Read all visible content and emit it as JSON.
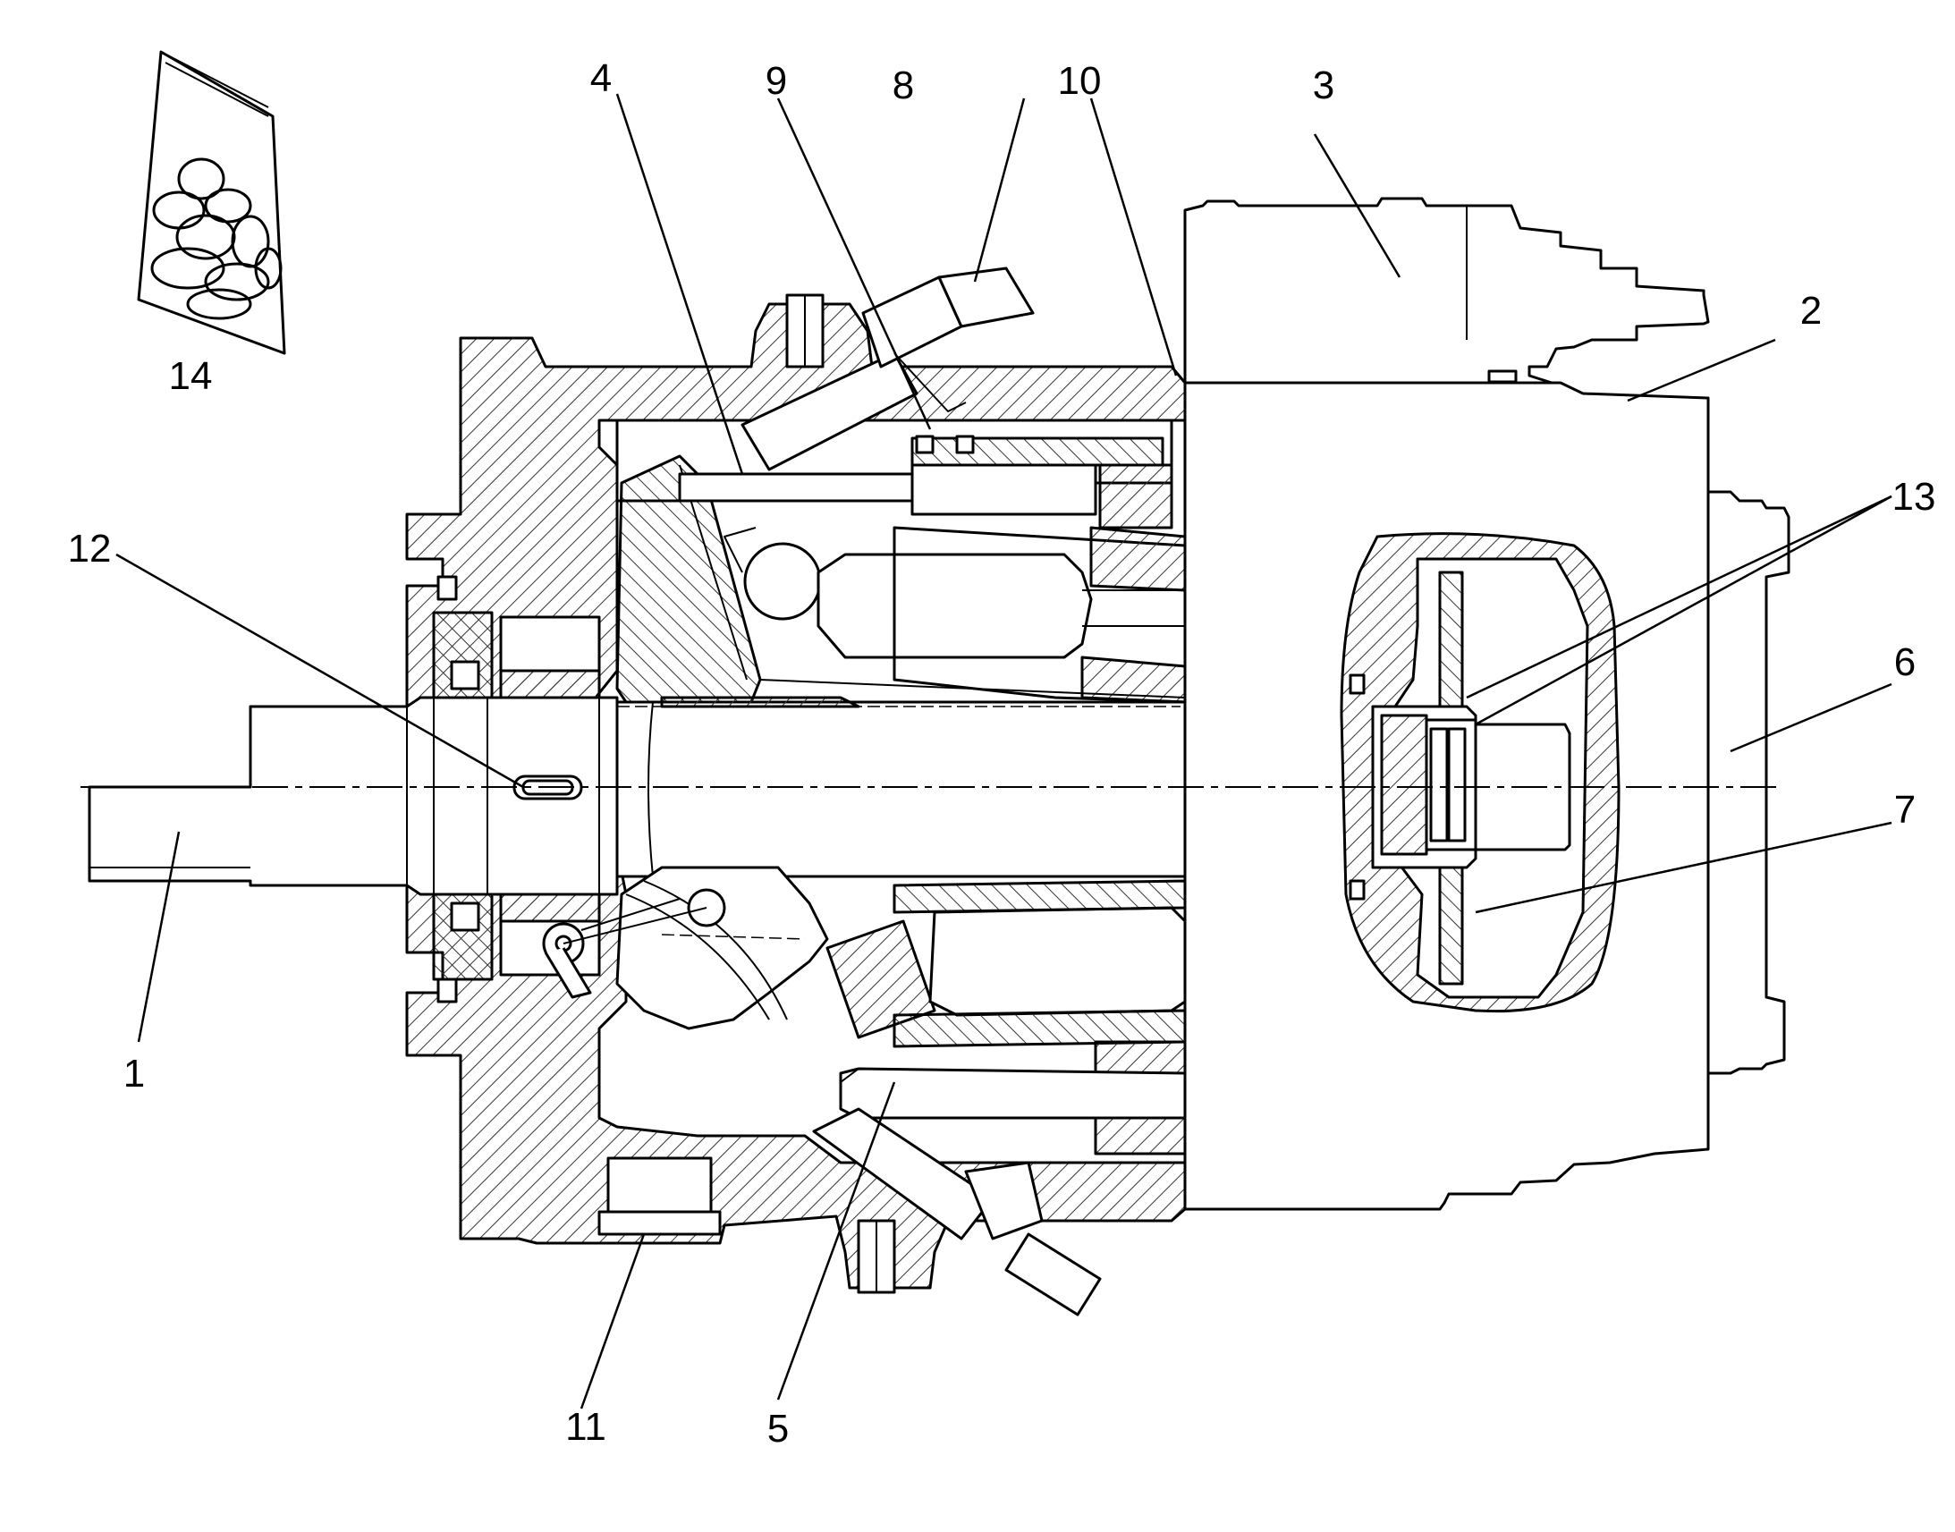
{
  "labels": {
    "l1": "1",
    "l2": "2",
    "l3": "3",
    "l4": "4",
    "l5": "5",
    "l6": "6",
    "l7": "7",
    "l8": "8",
    "l9": "9",
    "l10": "10",
    "l11": "11",
    "l12": "12",
    "l13": "13",
    "l14": "14"
  },
  "colors": {
    "line": "#000000",
    "hatch": "#333333",
    "background": "#ffffff"
  }
}
